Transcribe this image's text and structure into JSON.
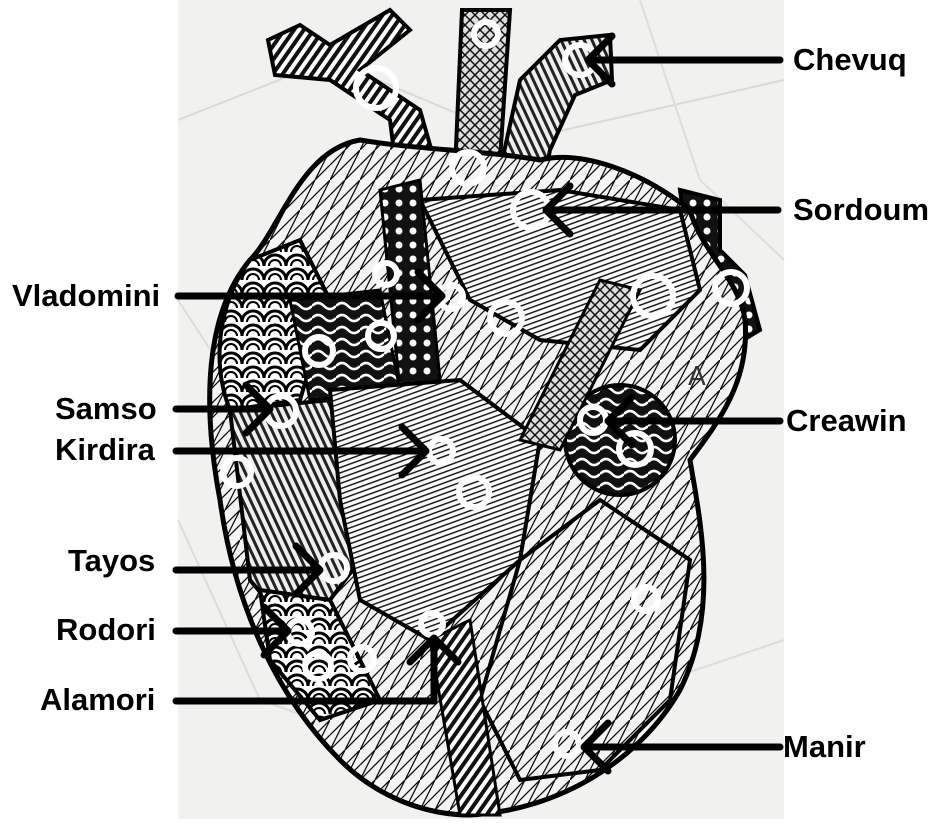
{
  "labels": {
    "chevuq": "Chevuq",
    "sordoum": "Sordoum",
    "vladomini": "Vladomini",
    "samso": "Samso",
    "kirdira": "Kirdira",
    "creawin": "Creawin",
    "tayos": "Tayos",
    "rodori": "Rodori",
    "alamori": "Alamori",
    "manir": "Manir"
  },
  "colors": {
    "ink": "#000000",
    "paper": "#f2f2f0",
    "marker": "#ffffff"
  }
}
